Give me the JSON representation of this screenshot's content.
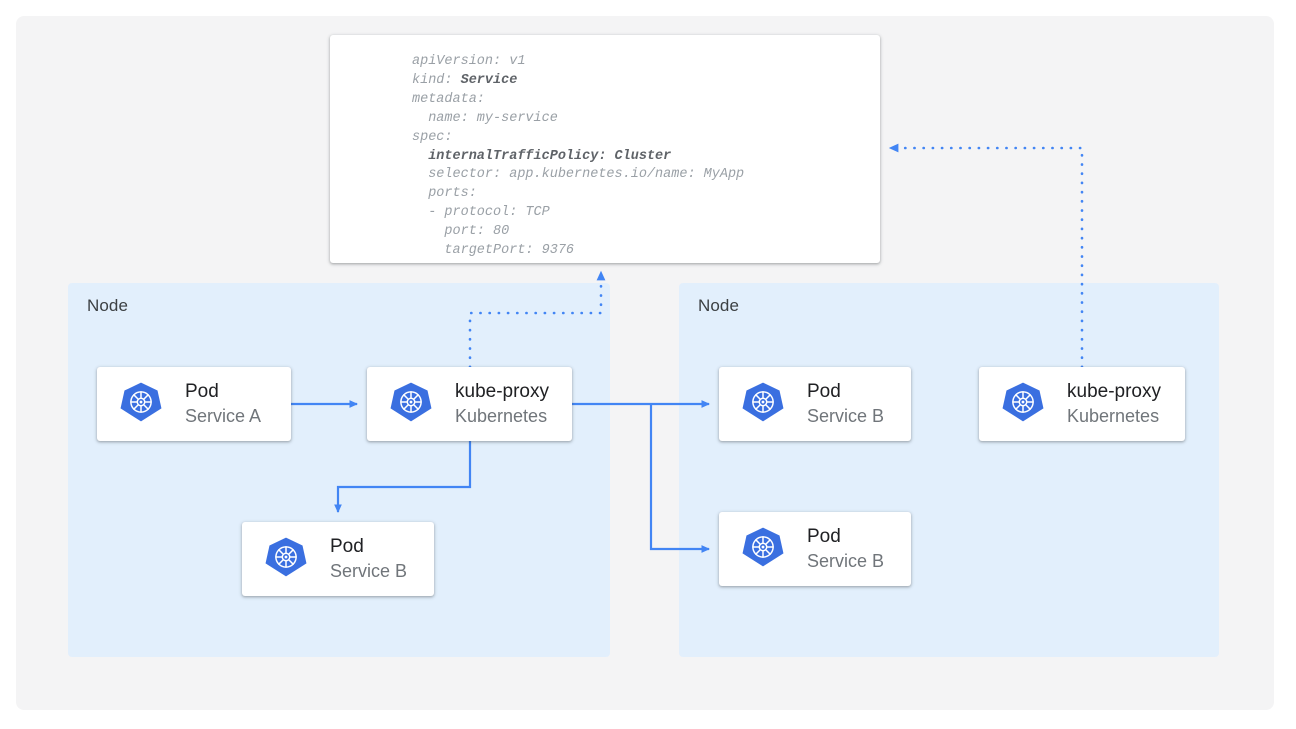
{
  "colors": {
    "page_bg": "#ffffff",
    "canvas_bg": "#f4f4f5",
    "node_bg": "#e2effc",
    "card_bg": "#ffffff",
    "accent_blue": "#4285f4",
    "k8s_blue": "#3a6fe0",
    "title_text": "#202124",
    "sub_text": "#70757a",
    "code_text": "#9aa0a6",
    "code_bold": "#5f6368"
  },
  "yaml": {
    "name": "service-manifest",
    "lines": [
      {
        "text": "apiVersion: v1",
        "bold": false
      },
      {
        "text": "kind: ",
        "bold_suffix": "Service"
      },
      {
        "text": "metadata:",
        "bold": false
      },
      {
        "text": "  name: my-service",
        "bold": false
      },
      {
        "text": "spec:",
        "bold": false
      },
      {
        "text": "  internalTrafficPolicy: Cluster",
        "bold": true
      },
      {
        "text": "  selector: app.kubernetes.io/name: MyApp",
        "bold": false
      },
      {
        "text": "  ports:",
        "bold": false
      },
      {
        "text": "  - protocol: TCP",
        "bold": false
      },
      {
        "text": "    port: 80",
        "bold": false
      },
      {
        "text": "    targetPort: 9376",
        "bold": false
      }
    ],
    "full_text": "apiVersion: v1\nkind: Service\nmetadata:\n  name: my-service\nspec:\n  internalTrafficPolicy: Cluster\n  selector: app.kubernetes.io/name: MyApp\n  ports:\n  - protocol: TCP\n    port: 80\n    targetPort: 9376"
  },
  "nodes": [
    {
      "id": "node-left",
      "label": "Node"
    },
    {
      "id": "node-right",
      "label": "Node"
    }
  ],
  "boxes": {
    "pod_service_a": {
      "title": "Pod",
      "sub": "Service A",
      "icon": "kubernetes-icon"
    },
    "kube_proxy_left": {
      "title": "kube-proxy",
      "sub": "Kubernetes",
      "icon": "kubernetes-icon"
    },
    "pod_service_b_left": {
      "title": "Pod",
      "sub": "Service B",
      "icon": "kubernetes-icon"
    },
    "pod_service_b_top": {
      "title": "Pod",
      "sub": "Service B",
      "icon": "kubernetes-icon"
    },
    "pod_service_b_bottom": {
      "title": "Pod",
      "sub": "Service B",
      "icon": "kubernetes-icon"
    },
    "kube_proxy_right": {
      "title": "kube-proxy",
      "sub": "Kubernetes",
      "icon": "kubernetes-icon"
    }
  },
  "connections": [
    {
      "from": "pod_service_a",
      "to": "kube_proxy_left",
      "style": "solid"
    },
    {
      "from": "kube_proxy_left",
      "to": "pod_service_b_left",
      "style": "solid"
    },
    {
      "from": "kube_proxy_left",
      "to": "pod_service_b_top",
      "style": "solid"
    },
    {
      "from": "kube_proxy_left",
      "to": "pod_service_b_bottom",
      "style": "solid"
    },
    {
      "from": "kube_proxy_left",
      "to": "service-manifest",
      "style": "dotted"
    },
    {
      "from": "kube_proxy_right",
      "to": "service-manifest",
      "style": "dotted"
    }
  ]
}
